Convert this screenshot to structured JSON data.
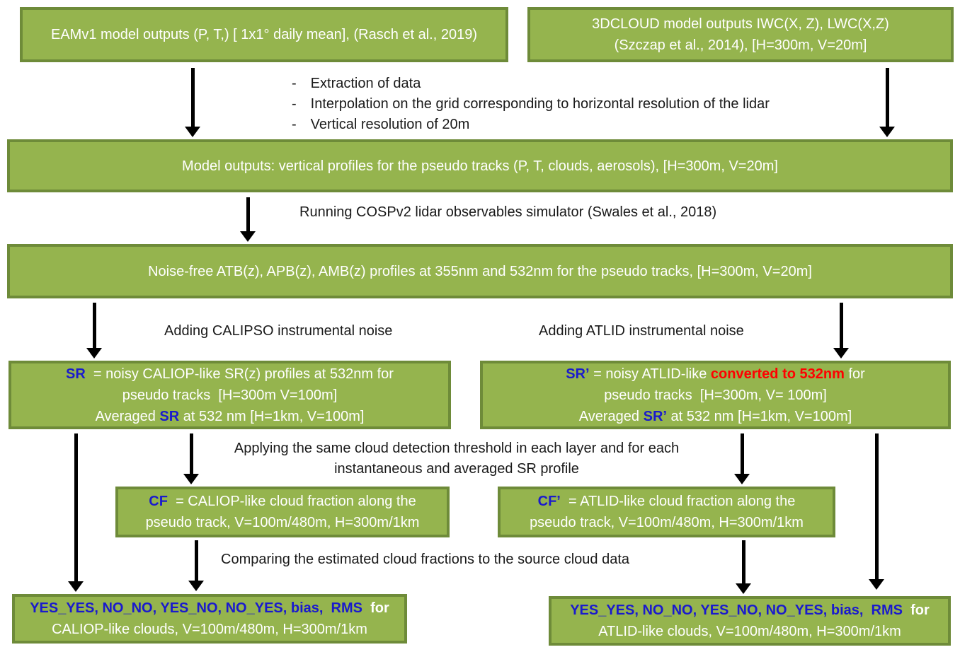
{
  "colors": {
    "box_fill": "#95b44e",
    "box_border": "#6e8b39",
    "blue_text": "#1a1acd",
    "red_text": "#ff0000",
    "arrow_color": "#000000"
  },
  "top_row": {
    "eamv1_box": "EAMv1 model outputs (P, T,) [ 1x1° daily mean], (Rasch et al., 2019)",
    "cloud3d_box_line1": "3DCLOUD model outputs IWC(X, Z), LWC(X,Z)",
    "cloud3d_box_line2": "(Szczap et al., 2014), [H=300m, V=20m]"
  },
  "steps": {
    "bullet_dash": "-",
    "bullets": [
      "Extraction of data",
      "Interpolation on the grid corresponding to horizontal resolution of the lidar",
      "Vertical resolution of 20m"
    ],
    "model_outputs_box": "Model outputs: vertical profiles for the pseudo tracks (P, T, clouds, aerosols), [H=300m, V=20m]",
    "cosp_label": "Running COSPv2 lidar observables simulator (Swales et al., 2018)",
    "noise_free_box": "Noise-free ATB(z), APB(z), AMB(z) profiles at 355nm and 532nm for the pseudo tracks, [H=300m, V=20m]",
    "calipso_noise_label": "Adding CALIPSO instrumental noise",
    "atlid_noise_label": "Adding ATLID instrumental noise"
  },
  "sr_caliop_box": {
    "sr_label": "SR",
    "line1_rest": "  = noisy CALIOP-like SR(z) profiles at 532nm for",
    "line2": "pseudo tracks  [H=300m V=100m]",
    "line3_prefix": "Averaged ",
    "line3_sr": "SR",
    "line3_suffix": " at 532 nm [H=1km, V=100m]"
  },
  "sr_atlid_box": {
    "sr_label": "SR’",
    "line1_mid": " = noisy ATLID-like ",
    "line1_red": "converted to 532nm",
    "line1_suffix": " for",
    "line2": "pseudo tracks  [H=300m, V= 100m]",
    "line3_prefix": "Averaged ",
    "line3_sr": "SR’",
    "line3_suffix": " at 532 nm [H=1km, V=100m]"
  },
  "threshold_label": {
    "line1": "Applying the same cloud detection threshold in each layer and for each",
    "line2": "instantaneous and averaged SR profile"
  },
  "cf_caliop_box": {
    "cf_label": "CF",
    "line1_rest": "  = CALIOP-like cloud fraction along the",
    "line2": "pseudo track, V=100m/480m, H=300m/1km"
  },
  "cf_atlid_box": {
    "cf_label": "CF’",
    "line1_rest": "  = ATLID-like cloud fraction along the",
    "line2": "pseudo track, V=100m/480m, H=300m/1km"
  },
  "comparing_label": "Comparing the estimated cloud fractions to the source cloud data",
  "metrics_caliop_box": {
    "line1_blue": "YES_YES, NO_NO, YES_NO, NO_YES, bias,  RMS",
    "line1_white": "  for",
    "line2": "CALIOP-like clouds, V=100m/480m, H=300m/1km"
  },
  "metrics_atlid_box": {
    "line1_blue": "YES_YES, NO_NO, YES_NO, NO_YES, bias,  RMS",
    "line1_white": "  for",
    "line2": "ATLID-like clouds, V=100m/480m, H=300m/1km"
  }
}
